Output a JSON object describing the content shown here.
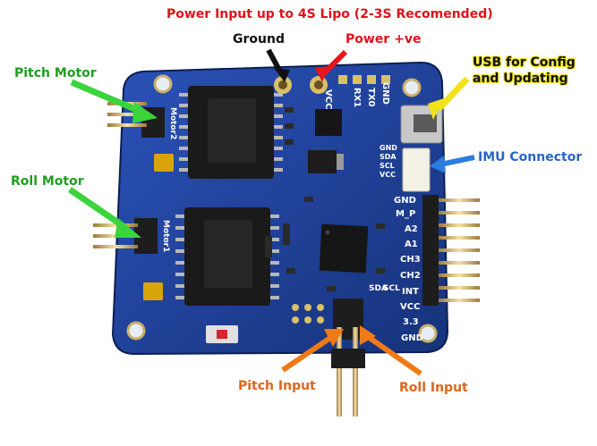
{
  "title": "Power Input up to 4S Lipo (2-3S Recomended)",
  "callouts": {
    "ground": "Ground",
    "power": "Power +ve",
    "usb_line1": "USB for Config",
    "usb_line2": "and Updating",
    "imu": "IMU Connector",
    "pitch_motor": "Pitch Motor",
    "roll_motor": "Roll Motor",
    "pitch_input": "Pitch Input",
    "roll_input": "Roll Input"
  },
  "pins": {
    "right_header": [
      "GND",
      "M_P",
      "A2",
      "A1",
      "CH3",
      "CH2",
      "INT",
      "VCC",
      "3.3",
      "GND"
    ],
    "top_header": [
      "VCC",
      "RX1",
      "TX0",
      "GND"
    ],
    "imu_header": [
      "GND",
      "SDA",
      "SCL",
      "VCC"
    ],
    "bottom_header": [
      "SDA",
      "SCL"
    ],
    "motor_labels": [
      "Motor2",
      "Motor1"
    ]
  },
  "colors": {
    "title": "#e0121a",
    "board": "#1a3a8c",
    "green_arrow": "#3bd43b",
    "red_arrow": "#e8161c",
    "yellow_arrow": "#f2e21a",
    "blue_arrow": "#2a7de0",
    "orange_arrow": "#f07a18"
  }
}
